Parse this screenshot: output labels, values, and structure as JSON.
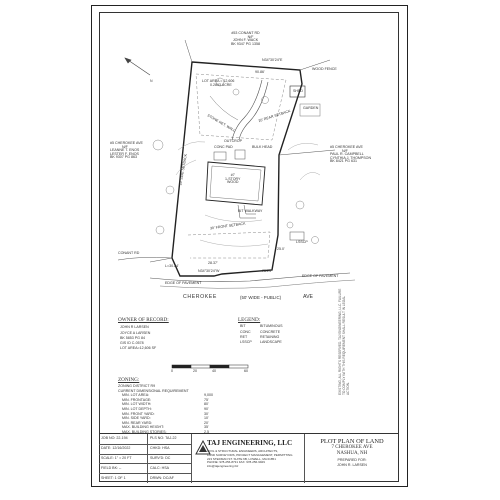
{
  "plan": {
    "north_neighbor": [
      "#53 CONANT RD",
      "N/F",
      "JOHN F. WACK",
      "BK 9347  PG 1358"
    ],
    "west_neighbor": [
      "#5 CHEROKEE AVE",
      "N/F",
      "LEANNE T. ENOS",
      "LESTER F. ENOS",
      "BK 9307  PG 863"
    ],
    "east_neighbor": [
      "#5 CHEROKEE AVE",
      "N/F",
      "PAUL R. CAMPBELL",
      "CYNTHIA J. THOMPSON",
      "BK 8421  PG 631"
    ],
    "lot_area_label": [
      "LOT AREA = 12,606",
      "0.2893 ACRE"
    ],
    "bearing_top": "N34°30'24\"E",
    "dist_top": "90.86'",
    "bearing_bottom": "N34°30'24\"W",
    "dist_bottom": "75.24'",
    "wood_fence": "WOOD FENCE",
    "shed": "SHED",
    "garden": "GARDEN",
    "rear_setback": "20' REAR SETBACK",
    "side_setback": "10' SIDE SETBACK",
    "front_setback": "30' FRONT SETBACK",
    "stone_wall": "STONE RET. WALL",
    "outcrop": "OUTCROP",
    "conc_pad": "CONC PAD",
    "bulk_head": "BULK HEAD",
    "house": [
      "#7",
      "1-STORY",
      "WOOD"
    ],
    "bit_walkway": "BIT WALKWAY",
    "lsscp": "LSSCP",
    "edge_pavement": "EDGE OF PAVEMENT",
    "road_label_left": "CONANT RD",
    "dim_left": "L=30.24'",
    "dim_front": "28.37'",
    "dim_right": "25.0'",
    "street": "CHEROKEE",
    "street_note": "(50' WIDE - PUBLIC)",
    "street_suffix": "AVE"
  },
  "owner": {
    "title": "OWNER OF RECORD:",
    "lines": [
      "JOHN R LARSEN",
      "JOYCE A LARSEN",
      "BK 5853  PG 84",
      "GIS ID C-0578",
      "LOT AREA=12,606 SF"
    ]
  },
  "legend": {
    "title": "LEGEND:",
    "items": [
      {
        "code": "BIT",
        "desc": "BITUMINOUS"
      },
      {
        "code": "CONC",
        "desc": "CONCRETE"
      },
      {
        "code": "RET",
        "desc": "RETAINING"
      },
      {
        "code": "LSSCP",
        "desc": "LANDSCAPE"
      }
    ]
  },
  "zoning": {
    "title": "ZONING:",
    "district": "ZONING DISTRICT R9",
    "subtitle": "CURRENT DIMENSIONAL REQUIREMENT",
    "rows": [
      {
        "label": "MIN. LOT AREA:",
        "value": "9,000"
      },
      {
        "label": "MIN. FRONTAGE:",
        "value": "75'"
      },
      {
        "label": "MIN. LOT WIDTH:",
        "value": "80'"
      },
      {
        "label": "MIN. LOT DEPTH:",
        "value": "90'"
      },
      {
        "label": "MIN. FRONT YARD:",
        "value": "30'"
      },
      {
        "label": "MIN. SIDE YARD:",
        "value": "10'"
      },
      {
        "label": "MIN. REAR YARD:",
        "value": "20'"
      },
      {
        "label": "MAX. BUILDING HEIGHT:",
        "value": "35'"
      },
      {
        "label": "MAX. BUILDING STORIES:",
        "value": "2.5"
      }
    ]
  },
  "scale": {
    "ticks": [
      "0",
      "20",
      "40",
      "60"
    ]
  },
  "side_note": "EXISTING, ALL RIGHTS RESERVED. TAJ ENGINEERING, LLC. FAILURE TO COMPLY WITH THIS REQUIREMENT SHALL RESULT IN LEGAL ACTION.",
  "title_block": {
    "job_no": {
      "label": "JOB NO:",
      "value": "22-194"
    },
    "pls_no": {
      "label": "PLS NO:",
      "value": "TAJ-22"
    },
    "date": {
      "label": "DATE:",
      "value": "12/16/2022"
    },
    "chkd": {
      "label": "CHKD:",
      "value": "HSA"
    },
    "scale": {
      "label": "SCALE:",
      "value": "1\" = 20 FT"
    },
    "survd": {
      "label": "SURV'D:",
      "value": "DC"
    },
    "field": {
      "label": "FIELD BK:",
      "value": "--"
    },
    "calc": {
      "label": "CALC:",
      "value": "HSA"
    },
    "sheet": {
      "label": "SHEET:",
      "value": "1 OF 1"
    },
    "drwn": {
      "label": "DRWN:",
      "value": "DC/AF"
    },
    "company": "TAJ ENGINEERING, LLC",
    "company_lines": [
      "CIVIL & STRUCTURAL ENGINEERS, ARCHITECTS,",
      "LAND SURVEYORS, PROJECT MANAGEMENT, PERMITTING",
      "223 STEDMAN ST. SUITE 6B, LOWELL, MA 01851",
      "PHONE: 978-256-8731 FAX: 978-256-9929",
      "info@tajengineering.biz"
    ],
    "plan_title": "PLOT PLAN OF LAND",
    "plan_address": "7 CHEROKEE AVE",
    "plan_city": "NASHUA, NH",
    "prepared_for": "PREPARED FOR:",
    "client": "JOHN R. LARSEN"
  }
}
